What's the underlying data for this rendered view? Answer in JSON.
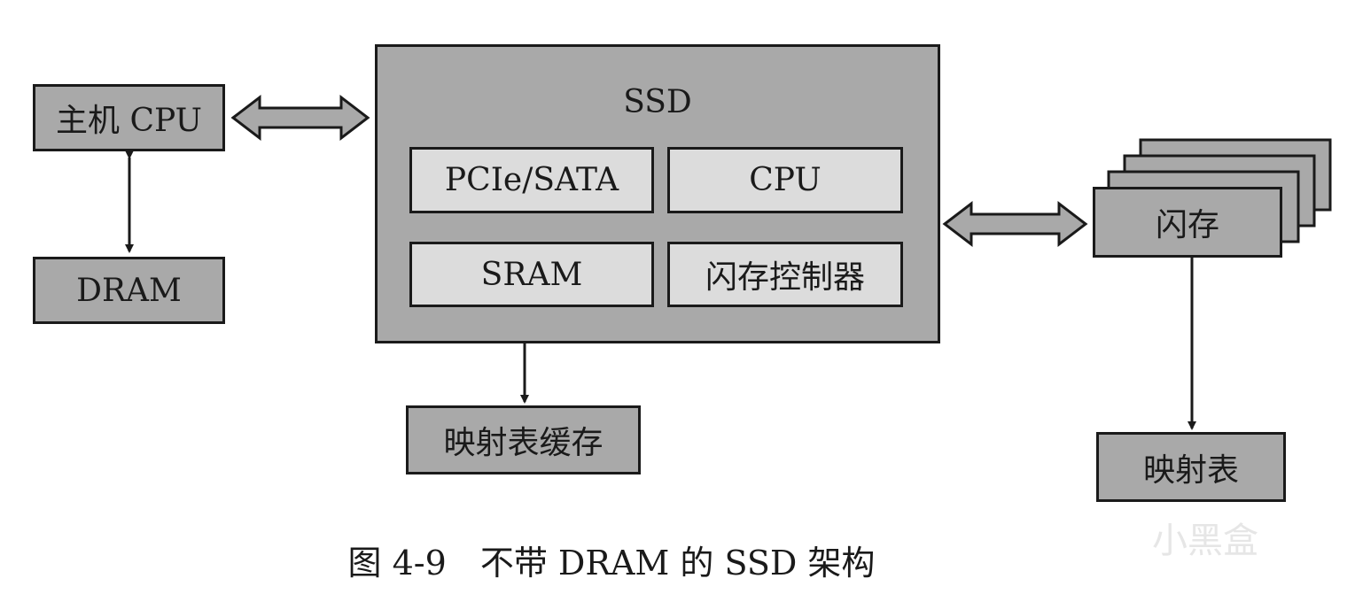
{
  "host_cpu": "主机 CPU",
  "dram": "DRAM",
  "ssd": {
    "title": "SSD",
    "interface": "PCIe/SATA",
    "cpu": "CPU",
    "sram": "SRAM",
    "flash_controller": "闪存控制器"
  },
  "mapping_cache": "映射表缓存",
  "flash": "闪存",
  "mapping_table": "映射表",
  "caption": "图 4-9　不带 DRAM 的 SSD 架构",
  "watermark": "小黑盒"
}
